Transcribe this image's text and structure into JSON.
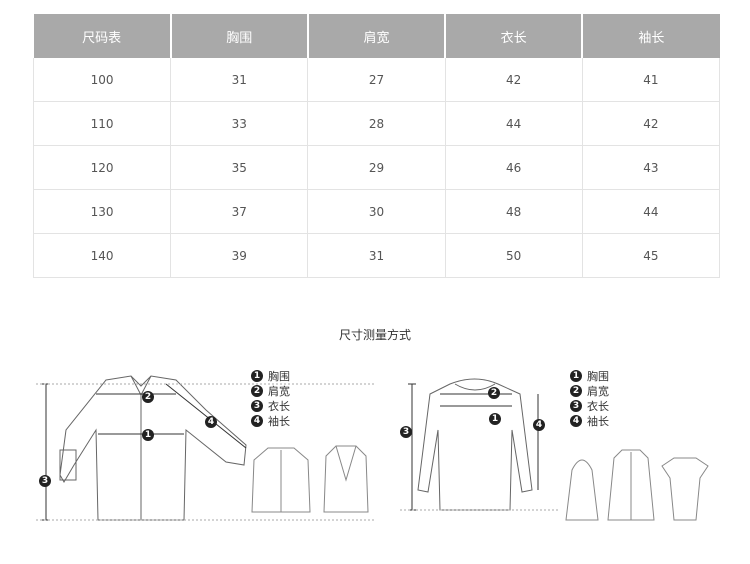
{
  "table": {
    "headers": [
      "尺码表",
      "胸围",
      "肩宽",
      "衣长",
      "袖长"
    ],
    "rows": [
      [
        "100",
        "31",
        "27",
        "42",
        "41"
      ],
      [
        "110",
        "33",
        "28",
        "44",
        "42"
      ],
      [
        "120",
        "35",
        "29",
        "46",
        "43"
      ],
      [
        "130",
        "37",
        "30",
        "48",
        "44"
      ],
      [
        "140",
        "39",
        "31",
        "50",
        "45"
      ]
    ]
  },
  "section_title": "尺寸测量方式",
  "legend": {
    "items": [
      {
        "num": "1",
        "label": "胸围"
      },
      {
        "num": "2",
        "label": "肩宽"
      },
      {
        "num": "3",
        "label": "衣长"
      },
      {
        "num": "4",
        "label": "袖长"
      }
    ]
  },
  "markers": [
    "1",
    "2",
    "3",
    "4"
  ],
  "colors": {
    "header_bg": "#a9a9a9",
    "grid": "#e3e3e3",
    "marker": "#222222"
  }
}
